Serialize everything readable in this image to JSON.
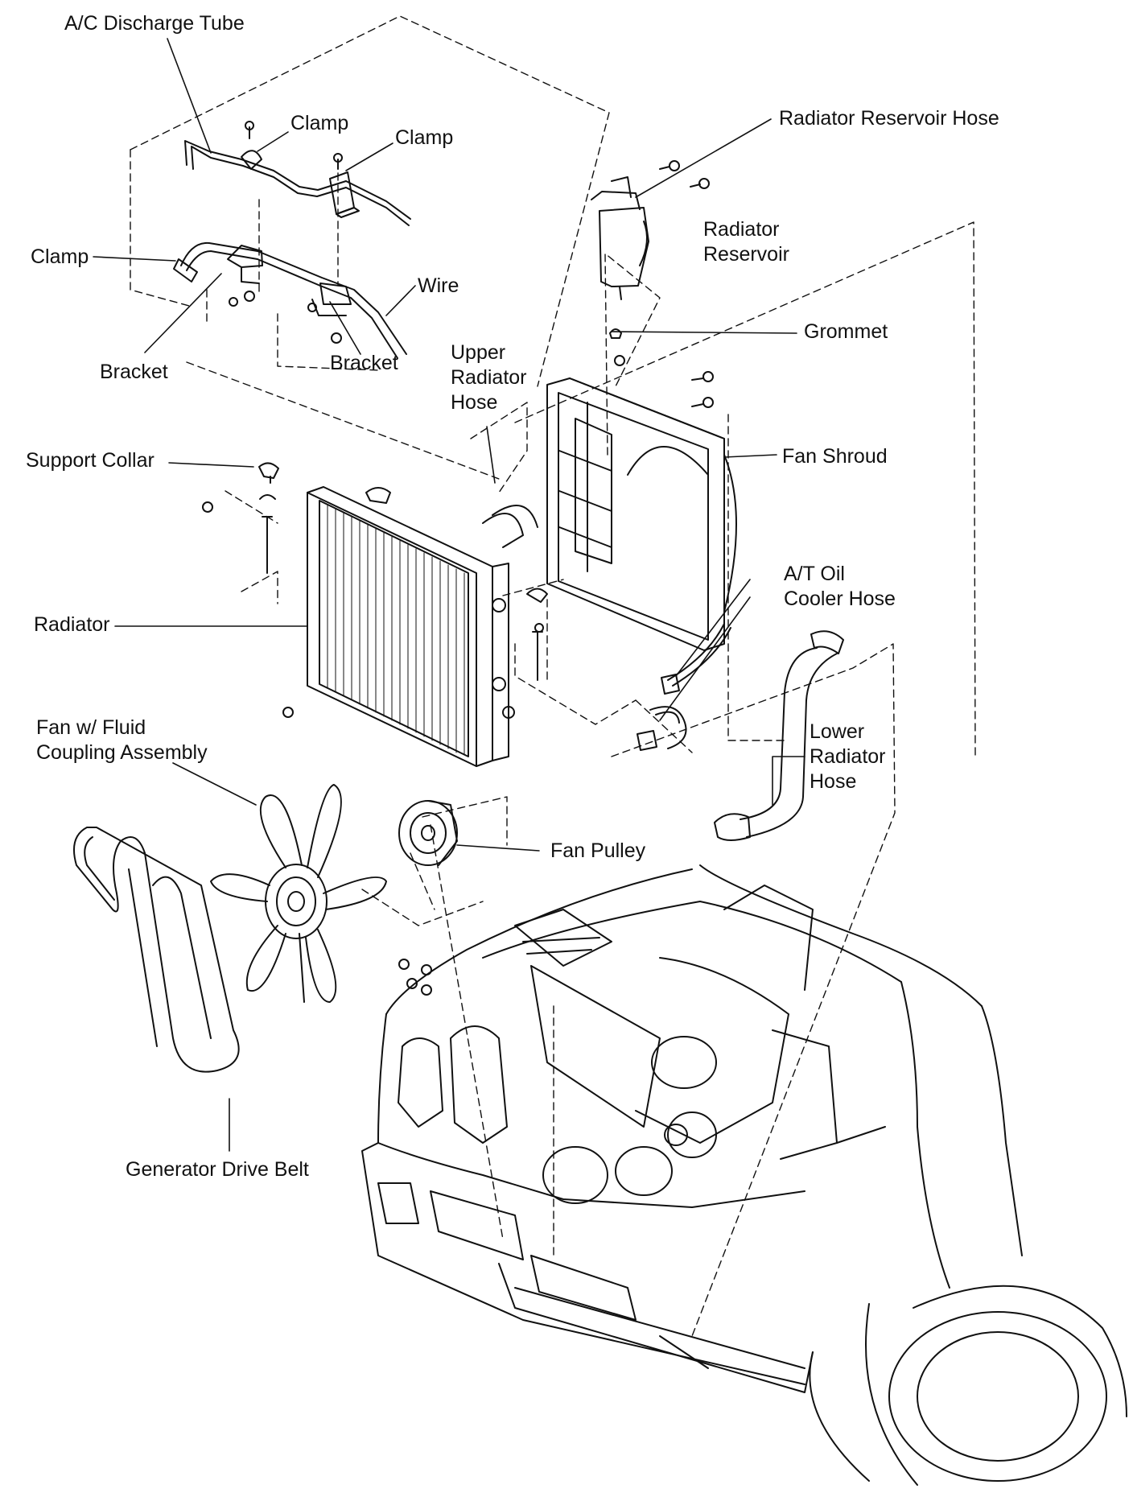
{
  "diagram": {
    "labels": {
      "ac_discharge_tube": "A/C Discharge Tube",
      "clamp_1": "Clamp",
      "clamp_2": "Clamp",
      "clamp_3": "Clamp",
      "wire": "Wire",
      "bracket_1": "Bracket",
      "bracket_2": "Bracket",
      "radiator_reservoir_hose": "Radiator Reservoir Hose",
      "radiator_reservoir": "Radiator\nReservoir",
      "grommet": "Grommet",
      "upper_radiator_hose": "Upper\nRadiator\nHose",
      "support_collar": "Support Collar",
      "fan_shroud": "Fan Shroud",
      "radiator": "Radiator",
      "at_oil_cooler_hose": "A/T Oil\nCooler Hose",
      "lower_radiator_hose": "Lower\nRadiator\nHose",
      "fan_fluid_coupling": "Fan w/ Fluid\nCoupling Assembly",
      "fan_pulley": "Fan Pulley",
      "generator_drive_belt": "Generator Drive Belt"
    },
    "colors": {
      "ink": "#111111",
      "paper": "#ffffff"
    }
  }
}
